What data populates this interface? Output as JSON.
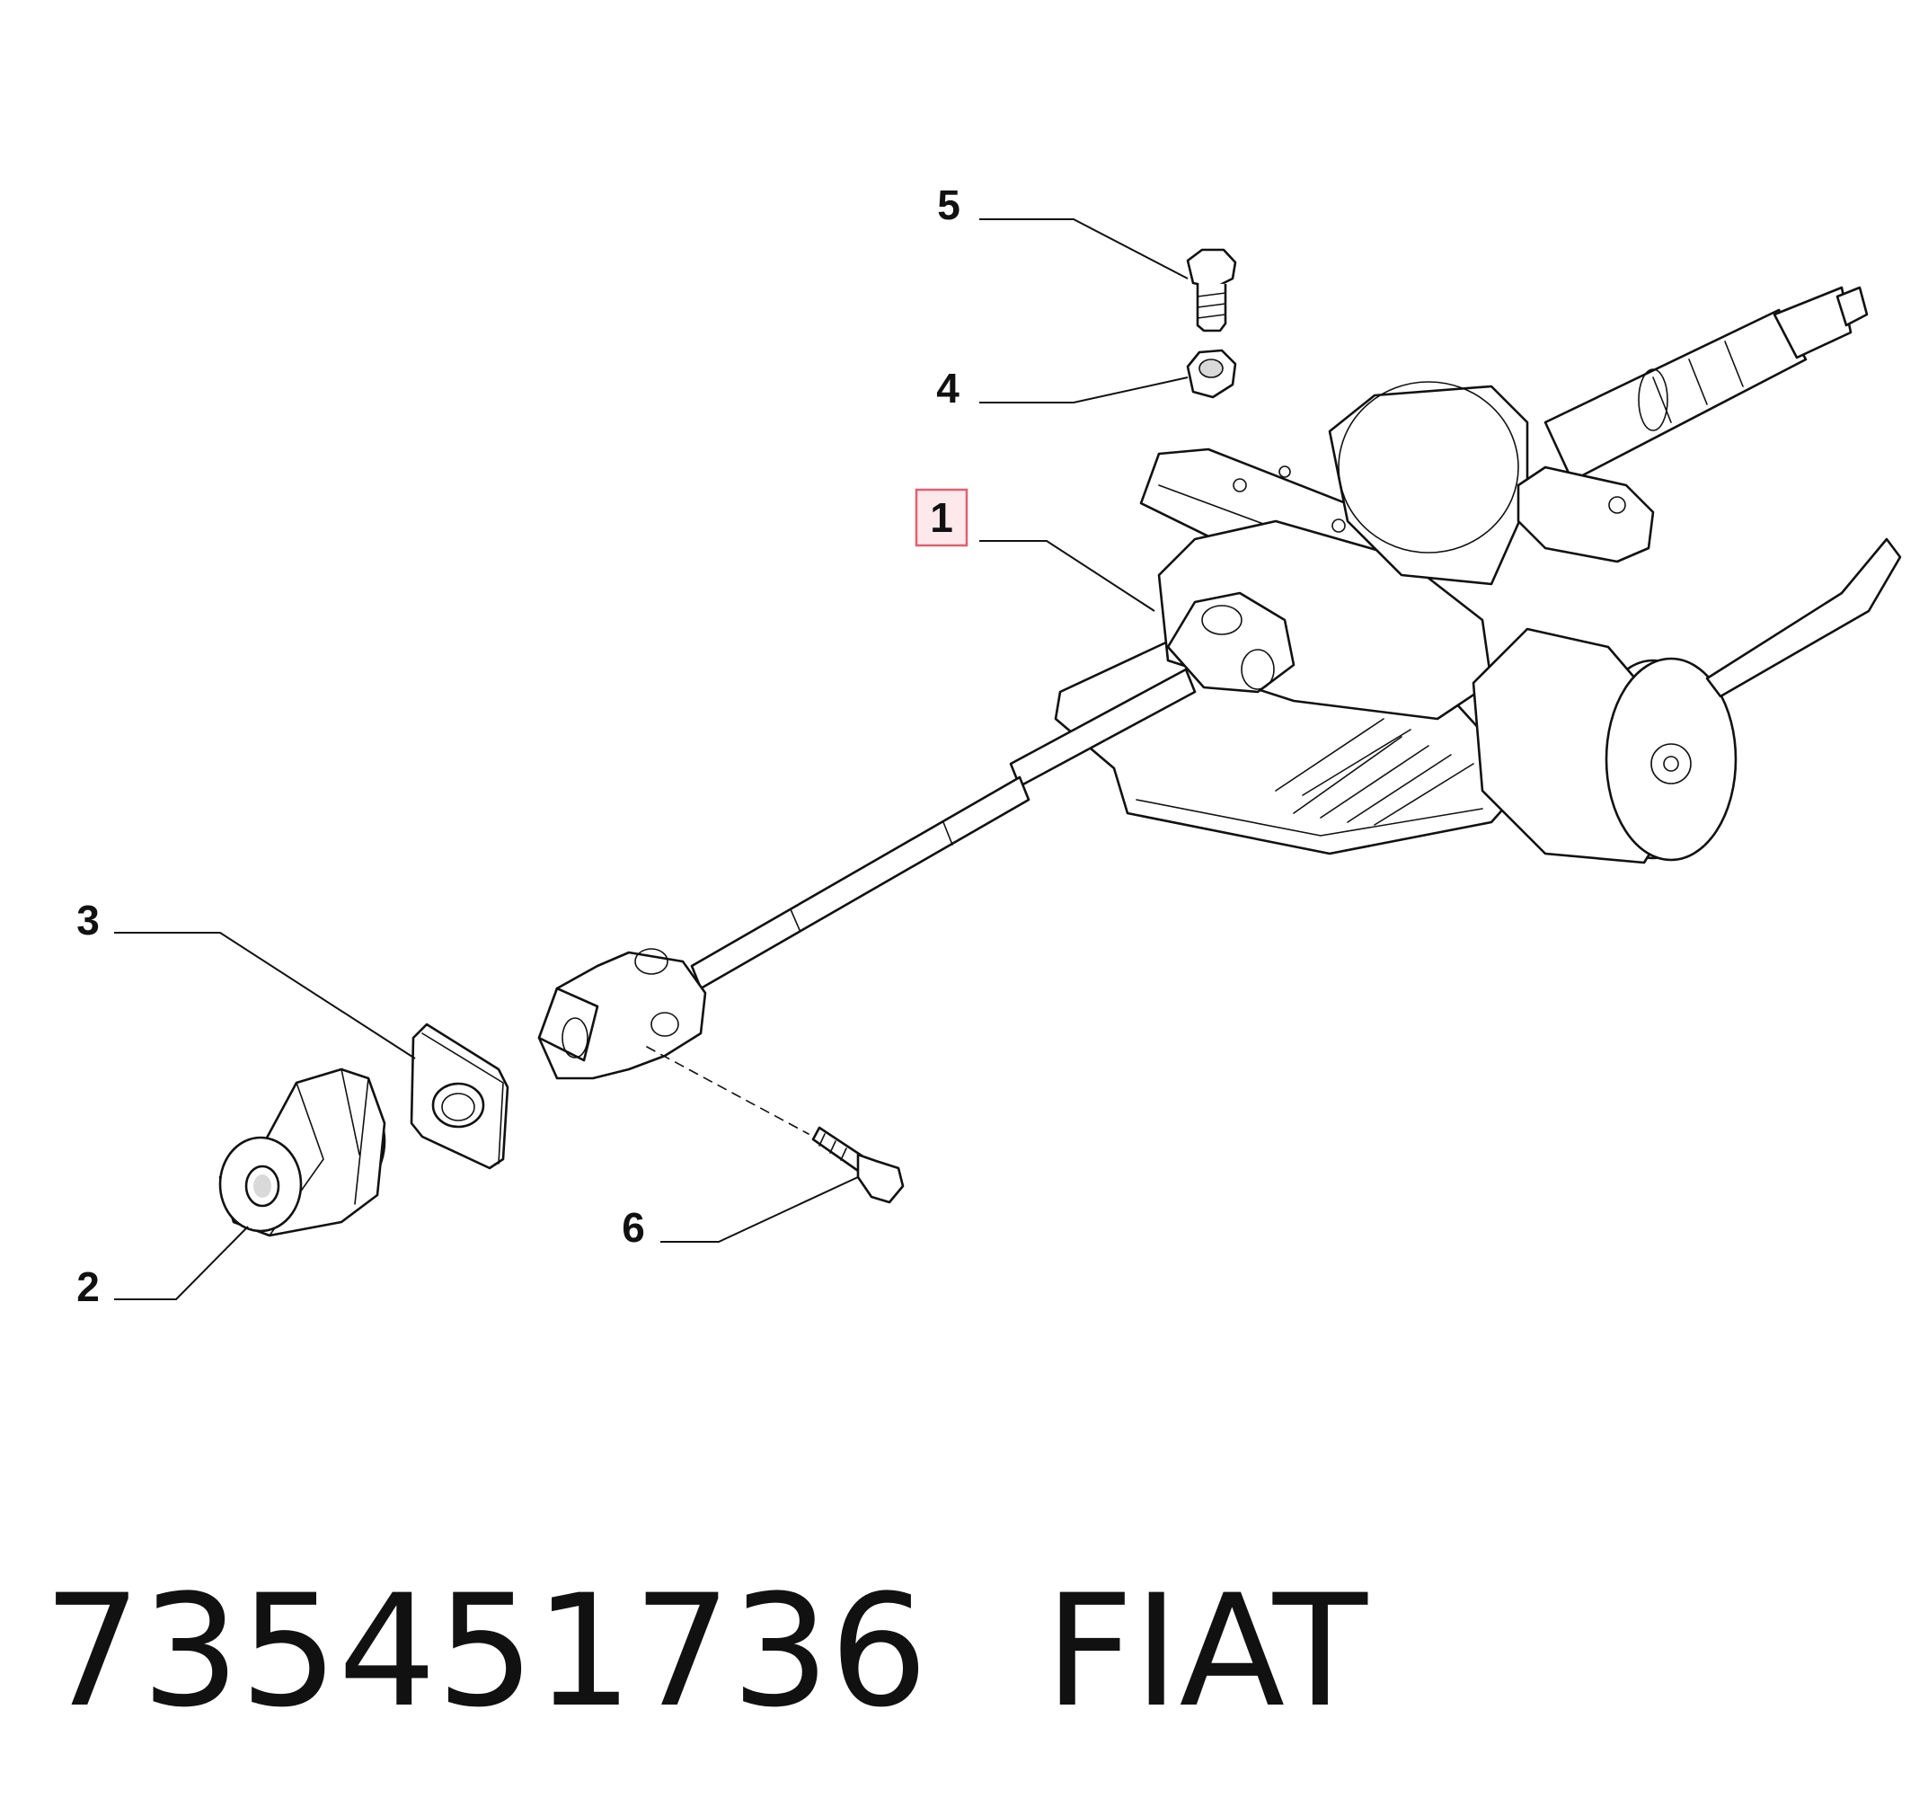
{
  "callouts": [
    {
      "id": "1",
      "label": "1",
      "highlighted": true
    },
    {
      "id": "2",
      "label": "2",
      "highlighted": false
    },
    {
      "id": "3",
      "label": "3",
      "highlighted": false
    },
    {
      "id": "4",
      "label": "4",
      "highlighted": false
    },
    {
      "id": "5",
      "label": "5",
      "highlighted": false
    },
    {
      "id": "6",
      "label": "6",
      "highlighted": false
    }
  ],
  "footer": {
    "part_number": "735451736",
    "brand": "FIAT"
  },
  "colors": {
    "highlight_border": "#e06070",
    "highlight_fill": "#fde8eb",
    "line": "#111111"
  }
}
